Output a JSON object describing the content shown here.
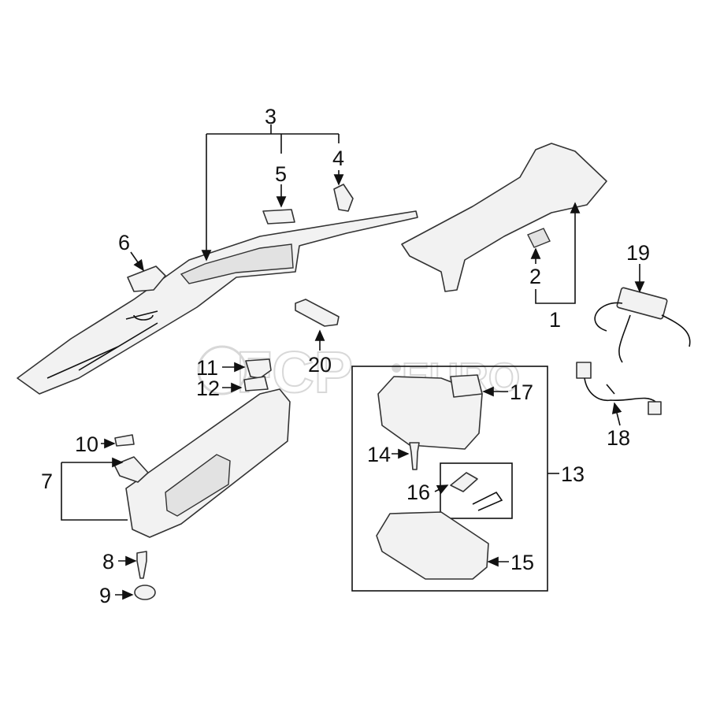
{
  "diagram": {
    "watermark": {
      "brand": "FCP",
      "suffix": "EURO",
      "mark": "®"
    },
    "callouts": [
      "1",
      "2",
      "3",
      "4",
      "5",
      "6",
      "7",
      "8",
      "9",
      "10",
      "11",
      "12",
      "13",
      "14",
      "15",
      "16",
      "17",
      "18",
      "19",
      "20"
    ],
    "colors": {
      "line": "#111111",
      "part_fill": "#f2f2f2",
      "watermark": "#d8d8d8"
    }
  }
}
